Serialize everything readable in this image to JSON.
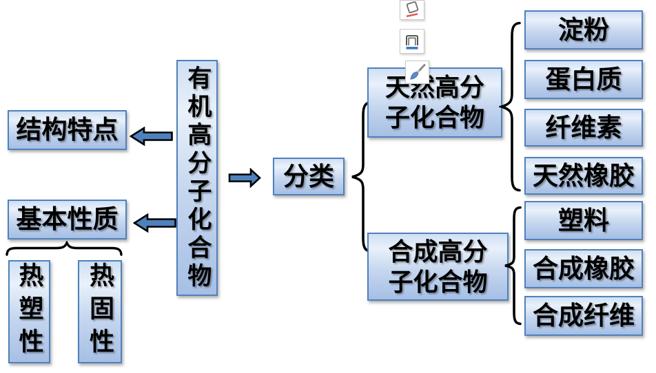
{
  "diagram": {
    "root": {
      "label": "有机高分子化合物"
    },
    "structure": {
      "label": "结构特点"
    },
    "properties": {
      "label": "基本性质",
      "children": [
        {
          "label": "热塑性"
        },
        {
          "label": "热固性"
        }
      ]
    },
    "classification": {
      "label": "分类",
      "categories": [
        {
          "label": "天然高分\n子化合物",
          "items": [
            "淀粉",
            "蛋白质",
            "纤维素",
            "天然橡胶"
          ]
        },
        {
          "label": "合成高分\n子化合物",
          "items": [
            "塑料",
            "合成橡胶",
            "合成纤维"
          ]
        }
      ]
    }
  },
  "toolbar": {
    "buttons": [
      {
        "name": "fill-color"
      },
      {
        "name": "outline-color"
      },
      {
        "name": "style-brush"
      }
    ]
  },
  "colors": {
    "box_border": "#4f81bb",
    "box_fill_top": "#cfdff3",
    "box_fill_bottom": "#a6bfe5",
    "arrow_fill": "#4f81bd",
    "brace_stroke": "#000000",
    "outline_icon_accent": "#3c78c8",
    "fill_icon_accent": "#e05a4e",
    "text": "#000000",
    "background": "#ffffff"
  }
}
